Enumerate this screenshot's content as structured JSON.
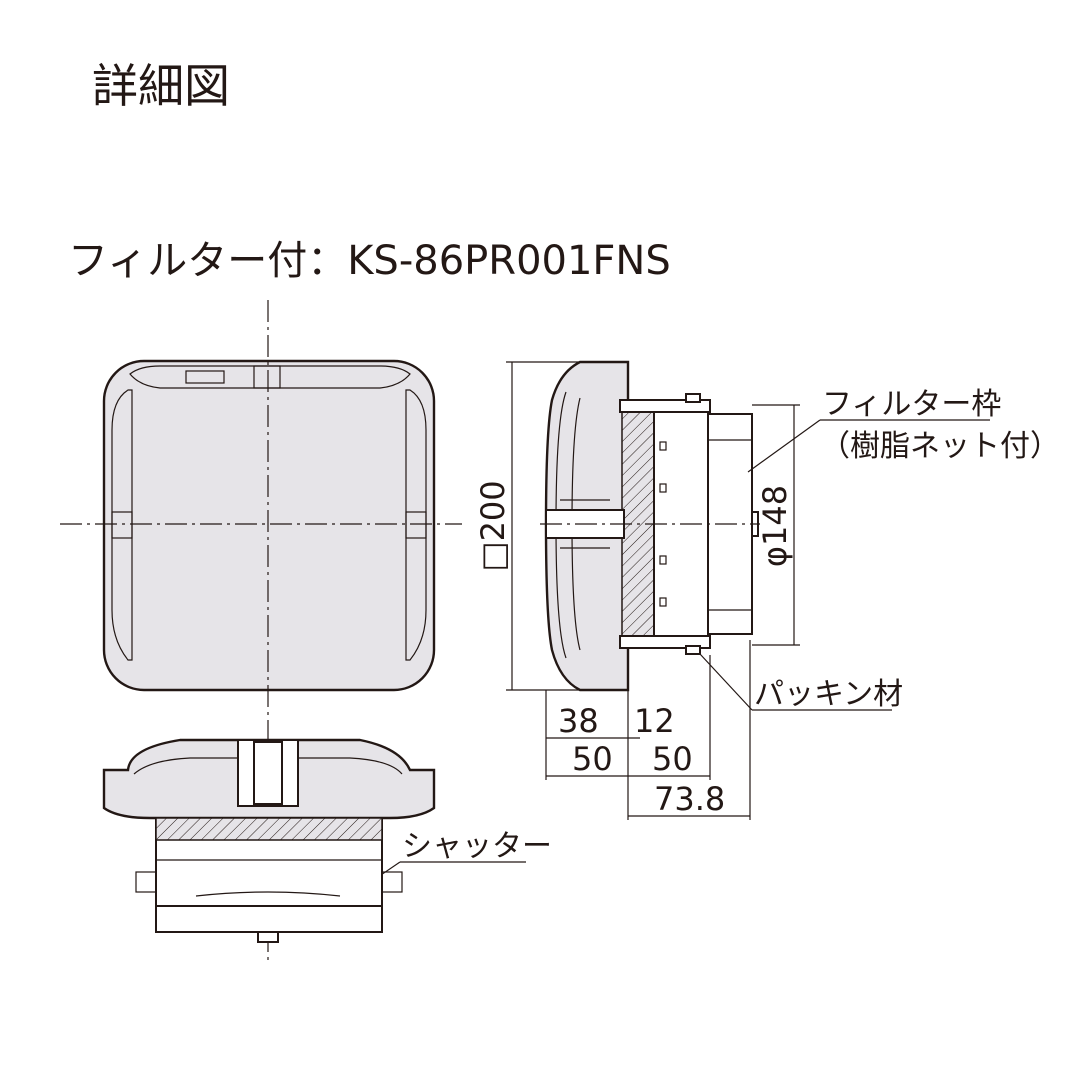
{
  "title": "詳細図",
  "model_label": "フィルター付：KS-86PR001FNS",
  "callouts": {
    "filter_frame_line1": "フィルター枠",
    "filter_frame_line2": "（樹脂ネット付）",
    "packing": "パッキン材",
    "shutter": "シャッター"
  },
  "dimensions": {
    "square_200": "□200",
    "dia_148": "φ148",
    "d38": "38",
    "d12": "12",
    "d50_left": "50",
    "d50_right": "50",
    "d73_8": "73.8"
  },
  "colors": {
    "line": "#231815",
    "body_fill": "#e6e4e8"
  }
}
